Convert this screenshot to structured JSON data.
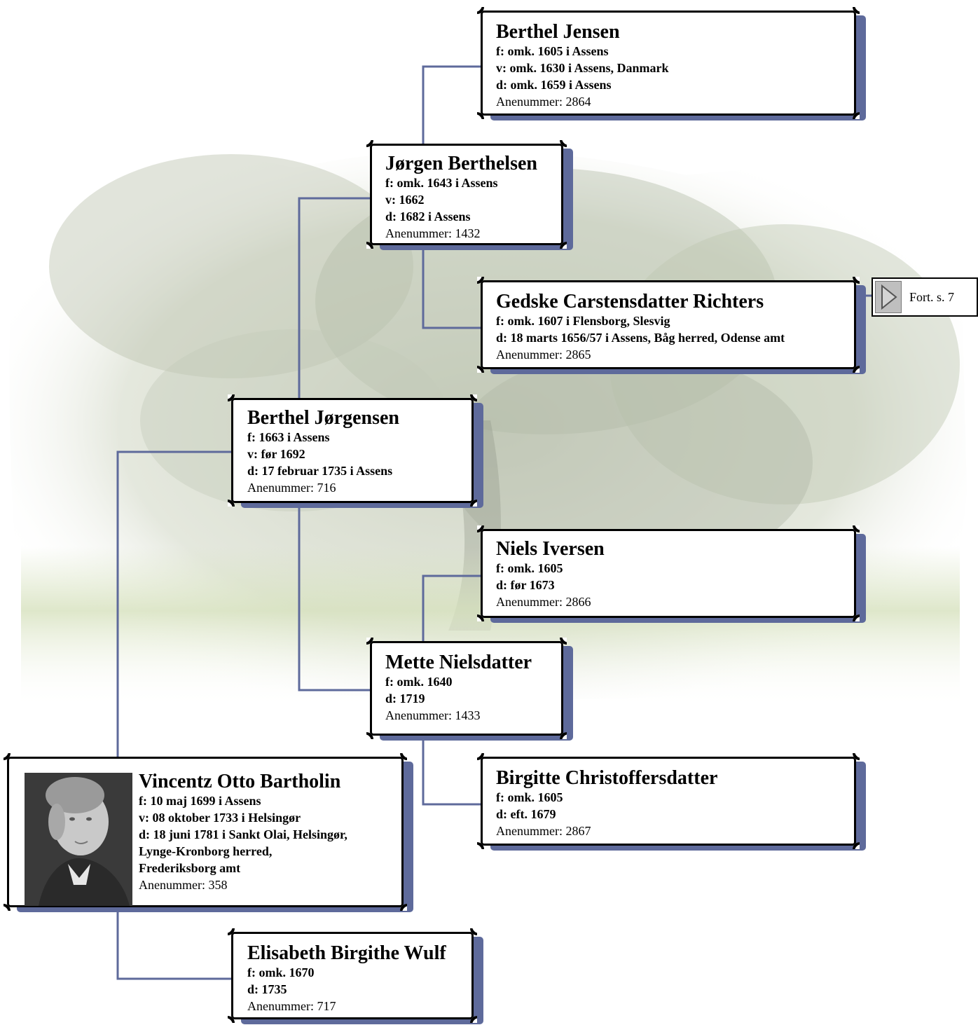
{
  "persons": [
    {
      "id": "berthel-jensen",
      "name": "Berthel Jensen",
      "lines": [
        "f: omk. 1605 i Assens",
        "v: omk. 1630 i Assens, Danmark",
        "d: omk. 1659 i Assens"
      ],
      "anenummer": "Anenummer: 2864"
    },
    {
      "id": "jorgen-berthelsen",
      "name": "Jørgen Berthelsen",
      "lines": [
        "f: omk. 1643 i Assens",
        "v: 1662",
        "d: 1682 i Assens"
      ],
      "anenummer": "Anenummer: 1432"
    },
    {
      "id": "gedske-carstensdatter-richters",
      "name": "Gedske Carstensdatter Richters",
      "lines": [
        "f: omk. 1607 i Flensborg, Slesvig",
        "d: 18 marts 1656/57 i Assens, Båg herred, Odense amt"
      ],
      "anenummer": "Anenummer: 2865"
    },
    {
      "id": "berthel-jorgensen",
      "name": "Berthel Jørgensen",
      "lines": [
        "f: 1663 i Assens",
        "v: før 1692",
        "d: 17 februar 1735 i Assens"
      ],
      "anenummer": "Anenummer: 716"
    },
    {
      "id": "niels-iversen",
      "name": "Niels Iversen",
      "lines": [
        "f: omk. 1605",
        "d: før 1673"
      ],
      "anenummer": "Anenummer: 2866"
    },
    {
      "id": "mette-nielsdatter",
      "name": "Mette Nielsdatter",
      "lines": [
        "f: omk. 1640",
        "d: 1719"
      ],
      "anenummer": "Anenummer: 1433"
    },
    {
      "id": "vincentz-otto-bartholin",
      "name": "Vincentz Otto Bartholin",
      "lines": [
        "f: 10 maj 1699 i Assens",
        "v: 08 oktober 1733 i Helsingør",
        "d: 18 juni 1781 i Sankt Olai, Helsingør,",
        "Lynge-Kronborg herred,",
        "Frederiksborg amt"
      ],
      "anenummer": "Anenummer: 358"
    },
    {
      "id": "birgitte-christoffersdatter",
      "name": "Birgitte Christoffersdatter",
      "lines": [
        "f: omk. 1605",
        "d: eft. 1679"
      ],
      "anenummer": "Anenummer: 2867"
    },
    {
      "id": "elisabeth-birgithe-wulf",
      "name": "Elisabeth Birgithe Wulf",
      "lines": [
        "f: omk. 1670",
        "d: 1735"
      ],
      "anenummer": "Anenummer: 717"
    }
  ],
  "continuation": {
    "label": "Fort. s. 7"
  },
  "colors": {
    "connector": "#5e6a9b",
    "shadow": "#5e6a9b",
    "border": "#000000"
  }
}
